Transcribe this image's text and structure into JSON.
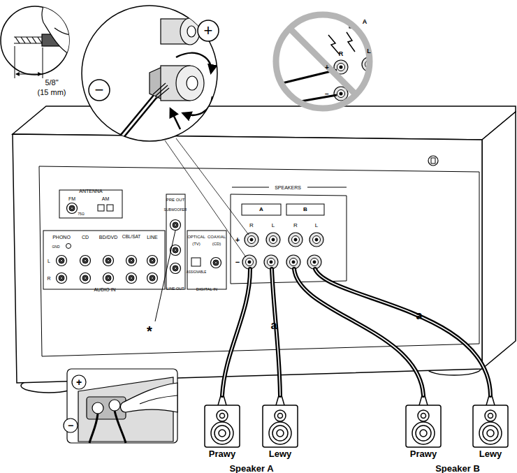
{
  "diagram": {
    "nodes": [
      {
        "text": [
          "Prawy"
        ]
      },
      {
        "text": [
          "Lewy"
        ]
      },
      {
        "text": [
          "Prawy"
        ]
      },
      {
        "text": [
          "Lewy"
        ]
      }
    ],
    "labels": [
      "5/8\"",
      "(15 mm)",
      "+",
      "−",
      "A",
      "R",
      "L",
      "+",
      "−",
      "ANTENNA",
      "FM",
      "75Ω",
      "AM",
      "PHONO",
      "GND",
      "CD",
      "BD/DVD",
      "CBL/SAT",
      "LINE",
      "L",
      "R",
      "AUDIO IN",
      "PRE OUT",
      "SUBWOOFER",
      "LINE OUT",
      "OPTICAL",
      "(TV)",
      "COAXIAL",
      "(CD)",
      "ASSIGNABLE",
      "DIGITAL IN",
      "SPEAKERS",
      "A",
      "B",
      "R",
      "L",
      "R",
      "L",
      "+",
      "−",
      "*",
      "a",
      "a",
      "+",
      "−",
      "Speaker A",
      "Speaker B"
    ]
  }
}
